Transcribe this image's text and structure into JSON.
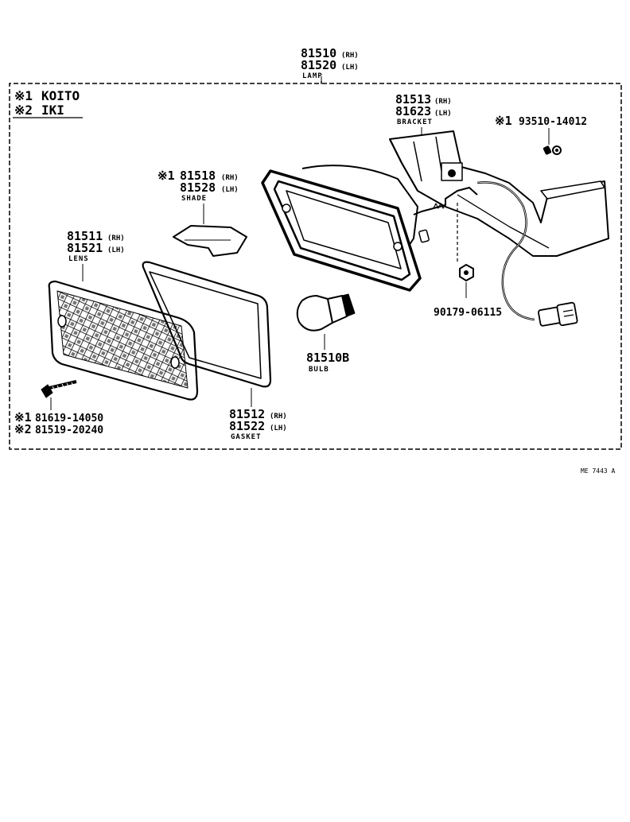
{
  "legend": [
    {
      "mark": "※1",
      "maker": "KOITO"
    },
    {
      "mark": "※2",
      "maker": "IKI"
    }
  ],
  "callouts": {
    "lamp": {
      "rh": "81510",
      "lh": "81520",
      "rh_tag": "(RH)",
      "lh_tag": "(LH)",
      "name": "LAMP"
    },
    "bracket": {
      "rh": "81513",
      "lh": "81623",
      "rh_tag": "(RH)",
      "lh_tag": "(LH)",
      "name": "BRACKET"
    },
    "screw_top": {
      "mark": "※1",
      "part": "93510-14012"
    },
    "shade": {
      "mark": "※1",
      "rh": "81518",
      "lh": "81528",
      "rh_tag": "(RH)",
      "lh_tag": "(LH)",
      "name": "SHADE"
    },
    "lens": {
      "rh": "81511",
      "lh": "81521",
      "rh_tag": "(RH)",
      "lh_tag": "(LH)",
      "name": "LENS"
    },
    "nut": {
      "part": "90179-06115"
    },
    "bulb": {
      "part": "81510B",
      "name": "BULB"
    },
    "screws_lens": [
      {
        "mark": "※1",
        "part": "81619-14050"
      },
      {
        "mark": "※2",
        "part": "81519-20240"
      }
    ],
    "gasket": {
      "rh": "81512",
      "lh": "81522",
      "rh_tag": "(RH)",
      "lh_tag": "(LH)",
      "name": "GASKET"
    }
  },
  "diagram_ref": "ME 7443 A"
}
